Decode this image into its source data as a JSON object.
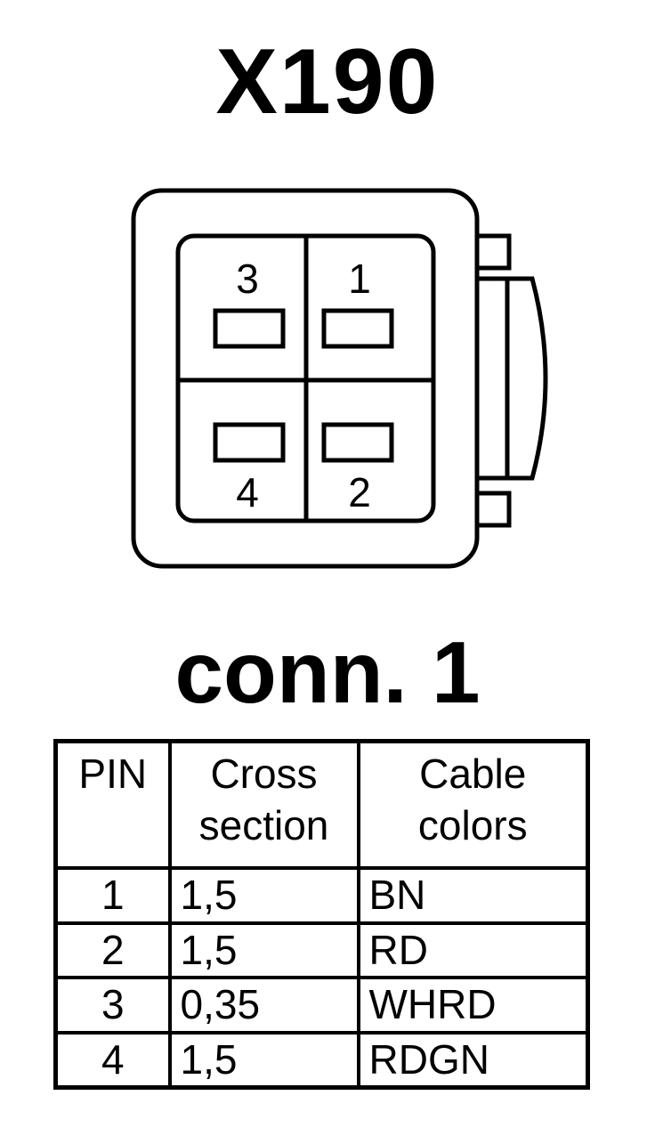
{
  "connector": {
    "title": "X190",
    "label": "conn. 1",
    "pins": [
      {
        "number": "3"
      },
      {
        "number": "1"
      },
      {
        "number": "4"
      },
      {
        "number": "2"
      }
    ]
  },
  "table": {
    "headers": [
      {
        "line1": "PIN",
        "line2": ""
      },
      {
        "line1": "Cross",
        "line2": "section"
      },
      {
        "line1": "Cable",
        "line2": "colors"
      }
    ],
    "rows": [
      {
        "pin": "1",
        "cross_section": "1,5",
        "color": "BN"
      },
      {
        "pin": "2",
        "cross_section": "1,5",
        "color": "RD"
      },
      {
        "pin": "3",
        "cross_section": "0,35",
        "color": "WHRD"
      },
      {
        "pin": "4",
        "cross_section": "1,5",
        "color": "RDGN"
      }
    ]
  }
}
